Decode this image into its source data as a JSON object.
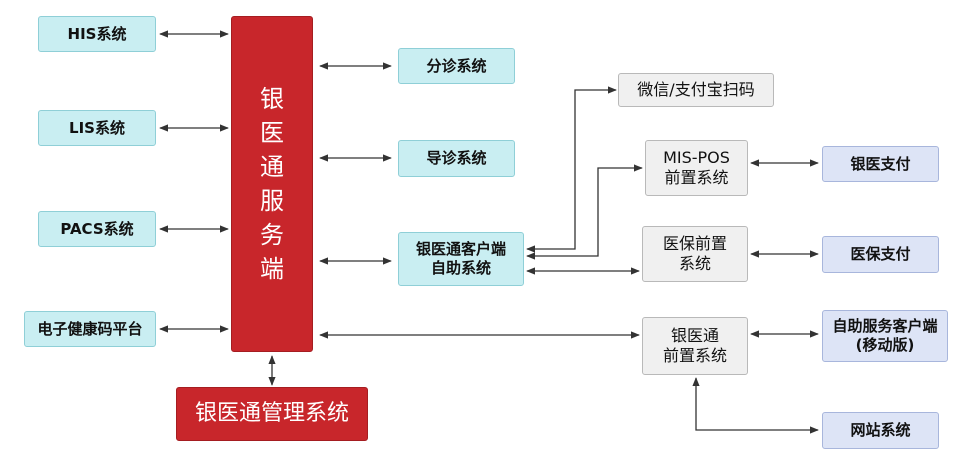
{
  "colors": {
    "cyan_box": "#c9eef2",
    "gray_box": "#f0f0f0",
    "blue_box": "#dde4f6",
    "red_box": "#c8262b",
    "line": "#333333"
  },
  "left_systems": {
    "his": "HIS系统",
    "lis": "LIS系统",
    "pacs": "PACS系统",
    "health_code": "电子健康码平台"
  },
  "core": {
    "chars": [
      "银",
      "医",
      "通",
      "服",
      "务",
      "端"
    ],
    "management": "银医通管理系统"
  },
  "middle_systems": {
    "triage": "分诊系统",
    "guide": "导诊系统",
    "client": "银医通客户端\n自助系统"
  },
  "front_systems": {
    "wechat_alipay": "微信/支付宝扫码",
    "mis_pos": "MIS-POS\n前置系统",
    "insurance_front": "医保前置\n系统",
    "yinyitong_front": "银医通\n前置系统"
  },
  "right_systems": {
    "bank_pay": "银医支付",
    "insurance_pay": "医保支付",
    "mobile_client": "自助服务客户端\n(移动版)",
    "website": "网站系统"
  }
}
